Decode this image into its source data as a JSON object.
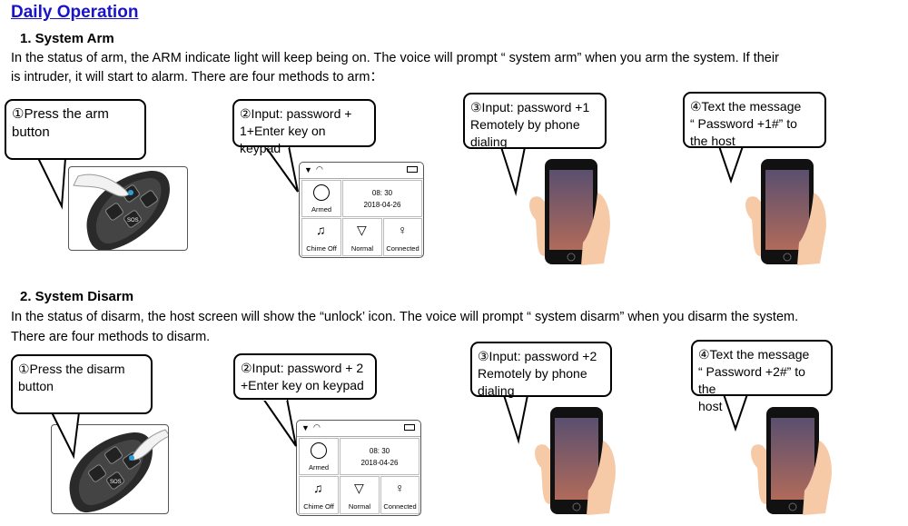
{
  "title": "Daily Operation",
  "arm": {
    "heading": "1. System Arm",
    "line1": "In the status of arm, the ARM indicate light will keep being on.   The voice will prompt “ system arm”   when you arm the system. If their",
    "line2": "is intruder, it will start to alarm. There are four methods to arm：",
    "m1": "①Press the arm\nbutton",
    "m2": "②Input:   password +\n1+Enter key on keypad",
    "m3": "③Input: password +1\nRemotely by phone\ndialing",
    "m4": "④Text the message\n“ Password +1#”   to\nthe host"
  },
  "disarm": {
    "heading": "2. System Disarm",
    "line1": "In the status of disarm, the host screen will show the “unlock’ icon. The voice will prompt “ system disarm” when you disarm the system.",
    "line2": "There are four methods to disarm.",
    "m1": "①Press the disarm\nbutton",
    "m2": "②Input:   password + 2\n+Enter key on keypad",
    "m3": "③Input: password +2\nRemotely by phone\ndialing",
    "m4": "④Text the message\n“ Password +2#”   to the\nhost"
  },
  "panel": {
    "time": "08: 30",
    "date": "2018-04-26",
    "armed": "Armed",
    "chime": "Chime Off",
    "normal": "Normal",
    "connected": "Connected"
  },
  "remote": {
    "sos": "SOS"
  }
}
